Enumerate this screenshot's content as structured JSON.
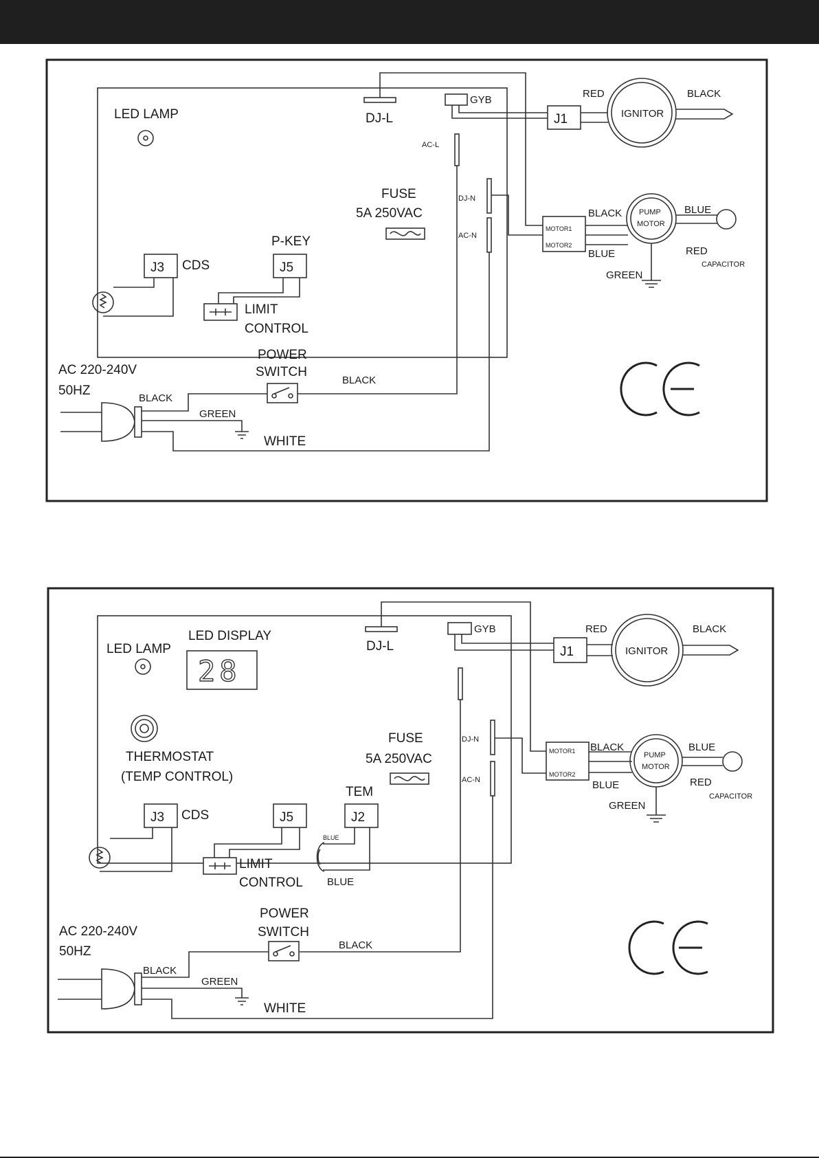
{
  "diagram1": {
    "led_lamp": "LED LAMP",
    "dj_l": "DJ-L",
    "gyb": "GYB",
    "ac_l": "AC-L",
    "fuse": "FUSE",
    "fuse_rating": "5A 250VAC",
    "dj_n": "DJ-N",
    "ac_n": "AC-N",
    "p_key": "P-KEY",
    "j3": "J3",
    "cds": "CDS",
    "j5": "J5",
    "j1": "J1",
    "limit": "LIMIT",
    "control": "CONTROL",
    "power": "POWER",
    "switch": "SWITCH",
    "ac_voltage": "AC 220-240V",
    "freq": "50HZ",
    "wire_black_plug": "BLACK",
    "wire_black_switch": "BLACK",
    "wire_green": "GREEN",
    "wire_white": "WHITE",
    "ignitor": "IGNITOR",
    "ign_red": "RED",
    "ign_black": "BLACK",
    "motor1": "MOTOR1",
    "motor2": "MOTOR2",
    "pump": "PUMP",
    "motor": "MOTOR",
    "pump_black": "BLACK",
    "pump_blue_out": "BLUE",
    "pump_blue_in": "BLUE",
    "pump_red": "RED",
    "capacitor": "CAPACITOR",
    "pump_green": "GREEN"
  },
  "diagram2": {
    "led_lamp": "LED LAMP",
    "led_display": "LED DISPLAY",
    "display_digits": "28",
    "thermostat": "THERMOSTAT",
    "temp_control": "(TEMP CONTROL)",
    "dj_l": "DJ-L",
    "gyb": "GYB",
    "fuse": "FUSE",
    "fuse_rating": "5A 250VAC",
    "dj_n": "DJ-N",
    "ac_n": "AC-N",
    "tem": "TEM",
    "j3": "J3",
    "cds": "CDS",
    "j5": "J5",
    "j2": "J2",
    "j1": "J1",
    "sensor_blue_top": "BLUE",
    "sensor_blue_bottom": "BLUE",
    "limit": "LIMIT",
    "control": "CONTROL",
    "power": "POWER",
    "switch": "SWITCH",
    "ac_voltage": "AC 220-240V",
    "freq": "50HZ",
    "wire_black_plug": "BLACK",
    "wire_black_switch": "BLACK",
    "wire_green": "GREEN",
    "wire_white": "WHITE",
    "ignitor": "IGNITOR",
    "ign_red": "RED",
    "ign_black": "BLACK",
    "motor1": "MOTOR1",
    "motor2": "MOTOR2",
    "pump": "PUMP",
    "motor": "MOTOR",
    "pump_black": "BLACK",
    "pump_blue_out": "BLUE",
    "pump_blue_in": "BLUE",
    "pump_red": "RED",
    "capacitor": "CAPACITOR",
    "pump_green": "GREEN"
  }
}
